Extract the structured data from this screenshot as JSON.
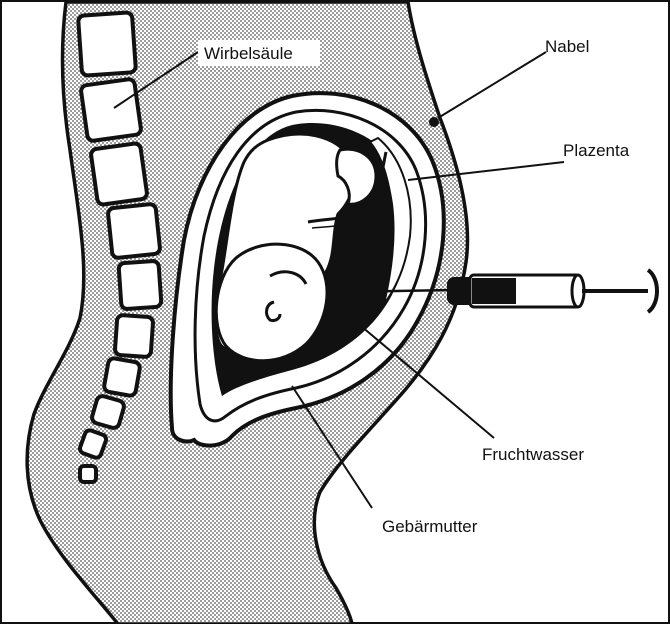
{
  "labels": {
    "spine": "Wirbelsäule",
    "navel": "Nabel",
    "placenta": "Plazenta",
    "amniotic_fluid": "Fruchtwasser",
    "uterus": "Gebärmutter"
  },
  "colors": {
    "ink": "#111111",
    "paper": "#ffffff",
    "stipple": "#c9c9c9"
  }
}
